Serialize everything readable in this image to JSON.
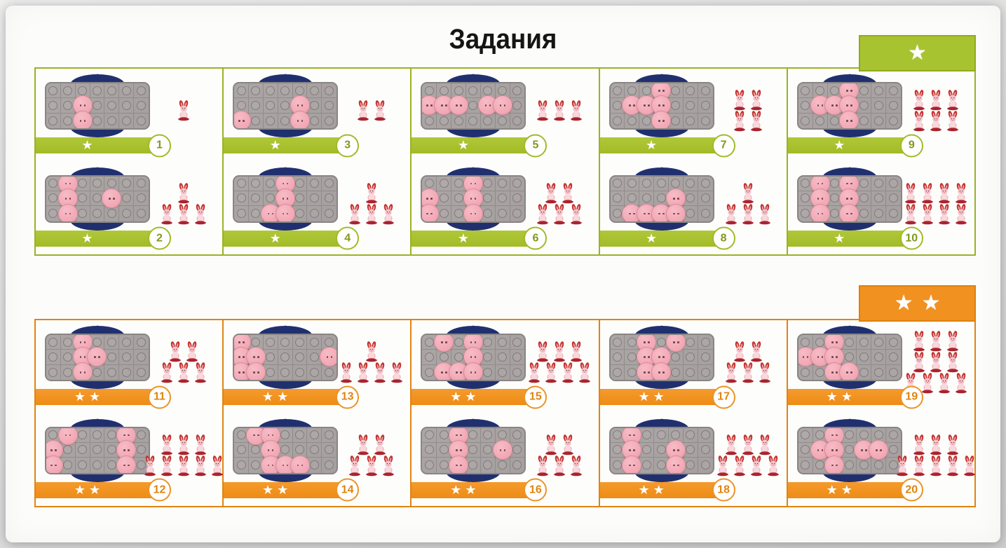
{
  "title": "Задания",
  "colors": {
    "green": "#a8c330",
    "green_dark": "#9bb226",
    "orange": "#f19120",
    "orange_dark": "#e08413",
    "navy_peg": "#20306f",
    "board_grey": "#a8a3a2",
    "piece_pink": "#f1a7b4",
    "page_white": "#fcfcfa"
  },
  "board": {
    "rows": 3,
    "cols": 7
  },
  "sections": [
    {
      "level": "one-star",
      "stars": 1,
      "badge_stars": "★",
      "tasks": [
        {
          "number": "1",
          "pieces": [
            [
              2,
              3
            ],
            [
              3,
              3
            ]
          ],
          "bunny_rows": [
            1
          ],
          "bunny_count": 1
        },
        {
          "number": "2",
          "pieces": [
            [
              1,
              2
            ],
            [
              2,
              2
            ],
            [
              2,
              5
            ],
            [
              3,
              2
            ]
          ],
          "bunny_rows": [
            1,
            3
          ],
          "bunny_count": 4
        },
        {
          "number": "3",
          "pieces": [
            [
              2,
              5
            ],
            [
              3,
              1
            ],
            [
              3,
              5
            ]
          ],
          "bunny_rows": [
            2
          ],
          "bunny_count": 2
        },
        {
          "number": "4",
          "pieces": [
            [
              1,
              4
            ],
            [
              2,
              4
            ],
            [
              3,
              3
            ],
            [
              3,
              4
            ]
          ],
          "bunny_rows": [
            1,
            3
          ],
          "bunny_count": 4
        },
        {
          "number": "5",
          "pieces": [
            [
              2,
              1
            ],
            [
              2,
              2
            ],
            [
              2,
              3
            ],
            [
              2,
              5
            ],
            [
              2,
              6
            ]
          ],
          "bunny_rows": [
            3
          ],
          "bunny_count": 3
        },
        {
          "number": "6",
          "pieces": [
            [
              1,
              4
            ],
            [
              2,
              1
            ],
            [
              2,
              4
            ],
            [
              3,
              1
            ],
            [
              3,
              4
            ]
          ],
          "bunny_rows": [
            2,
            3
          ],
          "bunny_count": 5
        },
        {
          "number": "7",
          "pieces": [
            [
              1,
              4
            ],
            [
              2,
              2
            ],
            [
              2,
              3
            ],
            [
              2,
              4
            ],
            [
              3,
              4
            ]
          ],
          "bunny_rows": [
            2,
            2
          ],
          "bunny_count": 4
        },
        {
          "number": "8",
          "pieces": [
            [
              2,
              5
            ],
            [
              3,
              2
            ],
            [
              3,
              3
            ],
            [
              3,
              4
            ],
            [
              3,
              5
            ]
          ],
          "bunny_rows": [
            1,
            3
          ],
          "bunny_count": 4
        },
        {
          "number": "9",
          "pieces": [
            [
              1,
              4
            ],
            [
              2,
              2
            ],
            [
              2,
              3
            ],
            [
              2,
              4
            ],
            [
              3,
              4
            ]
          ],
          "bunny_rows": [
            3,
            3
          ],
          "bunny_count": 6
        },
        {
          "number": "10",
          "pieces": [
            [
              1,
              2
            ],
            [
              1,
              4
            ],
            [
              2,
              2
            ],
            [
              2,
              4
            ],
            [
              3,
              2
            ],
            [
              3,
              4
            ]
          ],
          "bunny_rows": [
            4,
            4
          ],
          "bunny_count": 8
        }
      ]
    },
    {
      "level": "two-star",
      "stars": 2,
      "badge_stars": "★★",
      "tasks": [
        {
          "number": "11",
          "pieces": [
            [
              1,
              3
            ],
            [
              2,
              3
            ],
            [
              2,
              4
            ],
            [
              3,
              3
            ]
          ],
          "bunny_rows": [
            2,
            3
          ],
          "bunny_count": 5
        },
        {
          "number": "12",
          "pieces": [
            [
              1,
              2
            ],
            [
              1,
              6
            ],
            [
              2,
              1
            ],
            [
              2,
              6
            ],
            [
              3,
              1
            ],
            [
              3,
              6
            ]
          ],
          "bunny_rows": [
            3,
            5
          ],
          "bunny_count": 8
        },
        {
          "number": "13",
          "pieces": [
            [
              1,
              1
            ],
            [
              2,
              1
            ],
            [
              2,
              2
            ],
            [
              2,
              7
            ],
            [
              3,
              1
            ],
            [
              3,
              2
            ]
          ],
          "bunny_rows": [
            1,
            4
          ],
          "bunny_count": 5
        },
        {
          "number": "14",
          "pieces": [
            [
              1,
              2
            ],
            [
              1,
              3
            ],
            [
              2,
              3
            ],
            [
              3,
              3
            ],
            [
              3,
              4
            ],
            [
              3,
              5
            ]
          ],
          "bunny_rows": [
            2,
            3
          ],
          "bunny_count": 5
        },
        {
          "number": "15",
          "pieces": [
            [
              1,
              2
            ],
            [
              1,
              4
            ],
            [
              2,
              4
            ],
            [
              3,
              2
            ],
            [
              3,
              3
            ],
            [
              3,
              4
            ]
          ],
          "bunny_rows": [
            3,
            4
          ],
          "bunny_count": 7
        },
        {
          "number": "16",
          "pieces": [
            [
              1,
              3
            ],
            [
              2,
              3
            ],
            [
              2,
              6
            ],
            [
              3,
              3
            ]
          ],
          "bunny_rows": [
            2,
            3
          ],
          "bunny_count": 5
        },
        {
          "number": "17",
          "pieces": [
            [
              1,
              3
            ],
            [
              1,
              5
            ],
            [
              2,
              3
            ],
            [
              2,
              4
            ],
            [
              3,
              3
            ],
            [
              3,
              4
            ]
          ],
          "bunny_rows": [
            2,
            3
          ],
          "bunny_count": 5
        },
        {
          "number": "18",
          "pieces": [
            [
              1,
              2
            ],
            [
              2,
              2
            ],
            [
              2,
              5
            ],
            [
              3,
              2
            ],
            [
              3,
              5
            ]
          ],
          "bunny_rows": [
            3,
            4
          ],
          "bunny_count": 7
        },
        {
          "number": "19",
          "pieces": [
            [
              1,
              3
            ],
            [
              2,
              1
            ],
            [
              2,
              2
            ],
            [
              2,
              3
            ],
            [
              3,
              3
            ],
            [
              3,
              4
            ]
          ],
          "bunny_rows": [
            3,
            3,
            4
          ],
          "bunny_count": 10
        },
        {
          "number": "20",
          "pieces": [
            [
              1,
              3
            ],
            [
              2,
              2
            ],
            [
              2,
              3
            ],
            [
              2,
              5
            ],
            [
              2,
              6
            ],
            [
              3,
              3
            ]
          ],
          "bunny_rows": [
            3,
            5
          ],
          "bunny_count": 8
        }
      ]
    }
  ]
}
